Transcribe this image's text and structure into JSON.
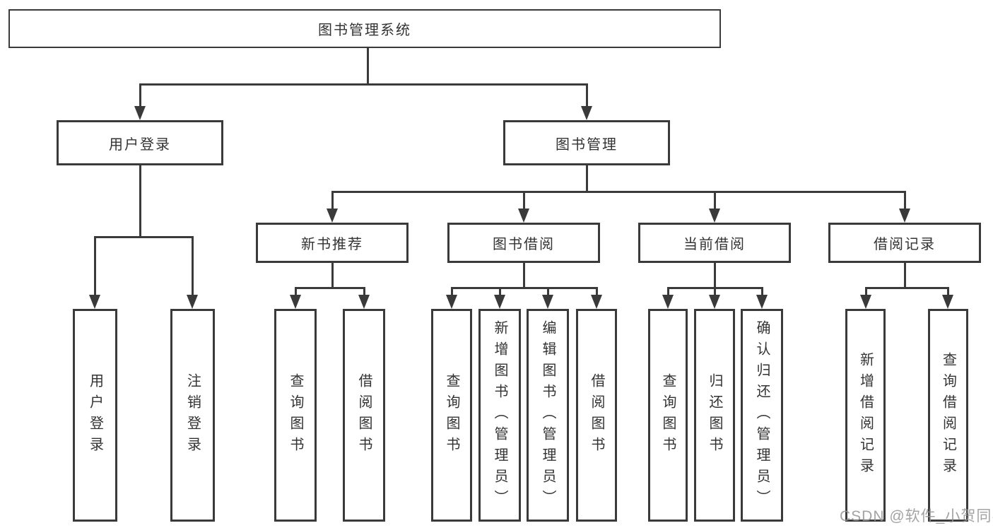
{
  "tree": {
    "root": "图书管理系统",
    "children": [
      {
        "label": "用户登录",
        "children": [
          "用户登录",
          "注销登录"
        ]
      },
      {
        "label": "图书管理",
        "children": [
          {
            "label": "新书推荐",
            "children": [
              "查询图书",
              "借阅图书"
            ]
          },
          {
            "label": "图书借阅",
            "children": [
              "查询图书",
              "新增图书（管理员）",
              "编辑图书（管理员）",
              "借阅图书"
            ]
          },
          {
            "label": "当前借阅",
            "children": [
              "查询图书",
              "归还图书",
              "确认归还（管理员）"
            ]
          },
          {
            "label": "借阅记录",
            "children": [
              "新增借阅记录",
              "查询借阅记录"
            ]
          }
        ]
      }
    ]
  },
  "watermark": {
    "text": "CSDN @软件_小贺同学"
  },
  "colors": {
    "line": "#3a3a3a",
    "text": "#333333",
    "bg": "#ffffff",
    "boxfill": "#ffffff",
    "wm": "#949494"
  }
}
